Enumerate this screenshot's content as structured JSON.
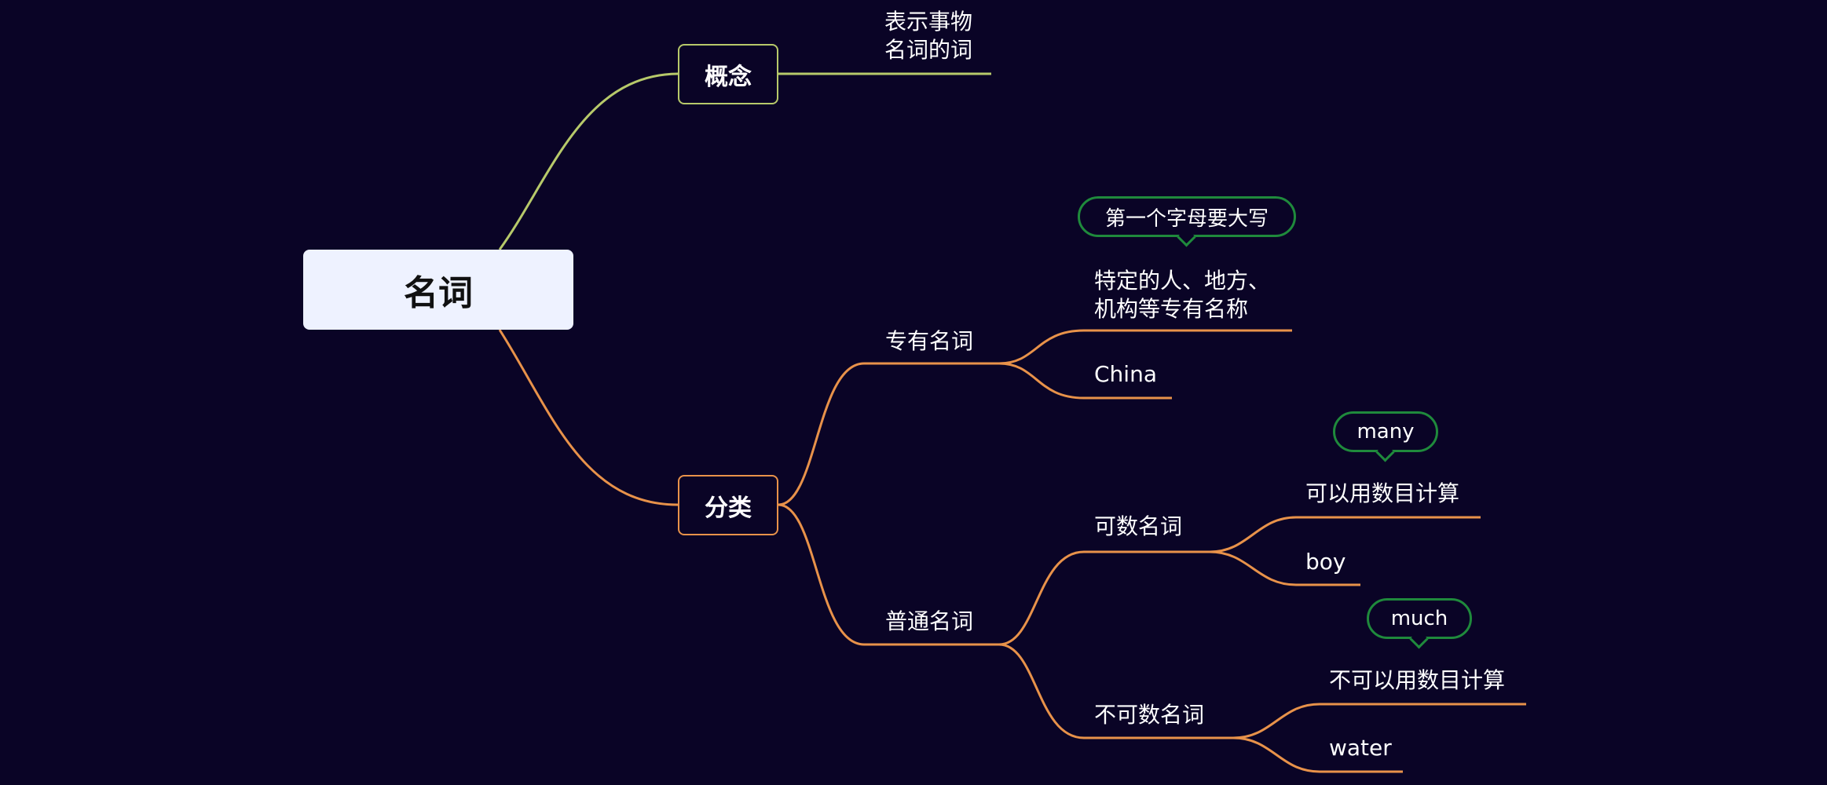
{
  "mindmap": {
    "root": "名词",
    "concept": {
      "label": "概念",
      "definition_line1": "表示事物",
      "definition_line2": "名词的词"
    },
    "classification": {
      "label": "分类",
      "proper": {
        "label": "专有名词",
        "definition_line1": "特定的人、地方、",
        "definition_line2": "机构等专有名称",
        "note": "第一个字母要大写",
        "example": "China"
      },
      "common": {
        "label": "普通名词",
        "countable": {
          "label": "可数名词",
          "definition": "可以用数目计算",
          "note": "many",
          "example": "boy"
        },
        "uncountable": {
          "label": "不可数名词",
          "definition": "不可以用数目计算",
          "note": "much",
          "example": "water"
        }
      }
    }
  },
  "colors": {
    "background": "#0a0426",
    "concept_branch": "#b7c96a",
    "classification_branch": "#e8924a",
    "note_border": "#1f8a3c",
    "root_fill": "#eef2ff"
  }
}
